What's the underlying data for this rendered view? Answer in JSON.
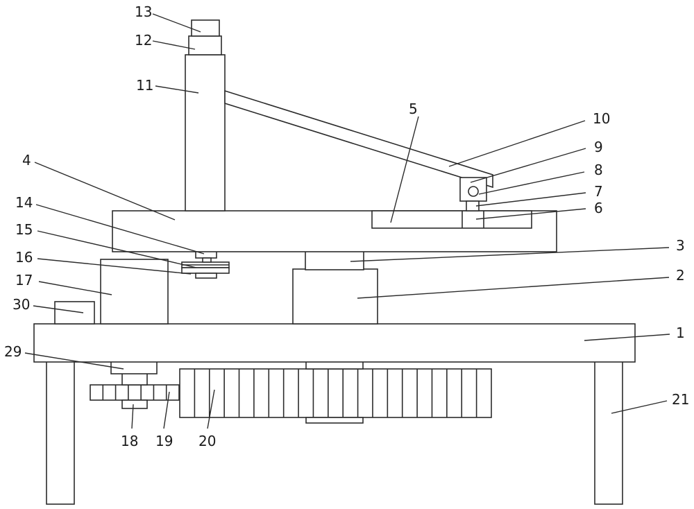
{
  "colors": {
    "line": "#2b2b2b",
    "text": "#1a1a1a",
    "background": "#ffffff"
  },
  "labels": {
    "l1": "1",
    "l2": "2",
    "l3": "3",
    "l4": "4",
    "l5": "5",
    "l6": "6",
    "l7": "7",
    "l8": "8",
    "l9": "9",
    "l10": "10",
    "l11": "11",
    "l12": "12",
    "l13": "13",
    "l14": "14",
    "l15": "15",
    "l16": "16",
    "l17": "17",
    "l18": "18",
    "l19": "19",
    "l20": "20",
    "l21": "21",
    "l29": "29",
    "l30": "30"
  }
}
